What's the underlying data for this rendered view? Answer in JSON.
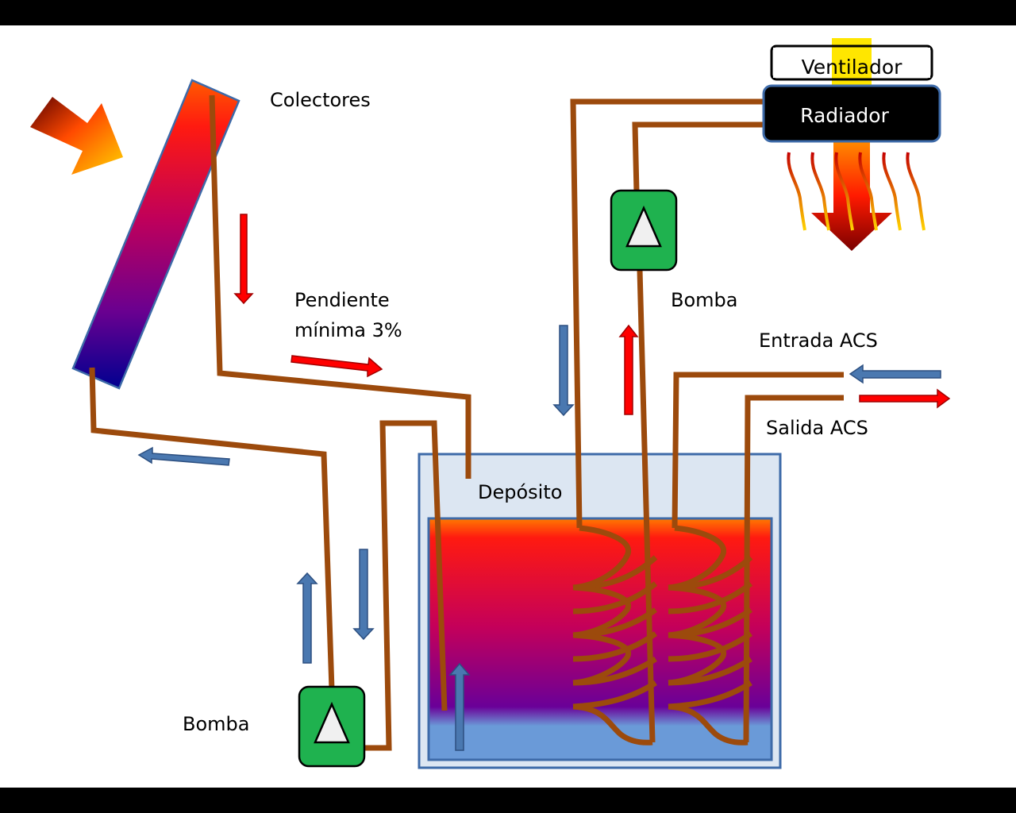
{
  "labels": {
    "collectors": "Colectores",
    "slope_line1": "Pendiente",
    "slope_line2": "mínima 3%",
    "pump_top": "Bomba",
    "pump_bottom": "Bomba",
    "dhw_in": "Entrada ACS",
    "dhw_out": "Salida ACS",
    "tank": "Depósito",
    "fan": "Ventilador",
    "radiator": "Radiador"
  },
  "colors": {
    "pipe": "#9c4a0c",
    "pump": "#1fb24f",
    "cold_arrow": "#4a78b0",
    "hot_arrow": "#ff0000",
    "tank_outer": "#dce6f2",
    "tank_border": "#3d6aa8",
    "radiator": "#000000"
  }
}
